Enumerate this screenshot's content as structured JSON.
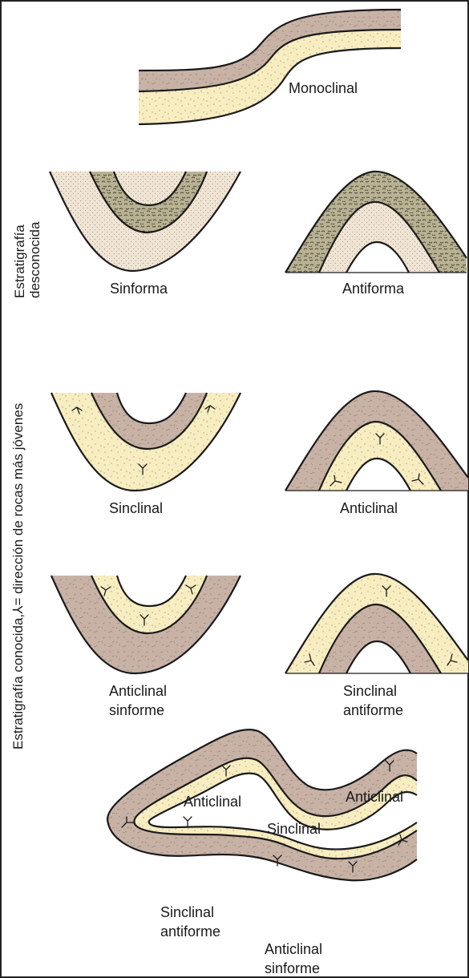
{
  "labels": {
    "monoclinal": "Monoclinal",
    "sinforma": "Sinforma",
    "antiforma": "Antiforma",
    "sinclinal": "Sinclinal",
    "anticlinal": "Anticlinal",
    "anticlinal_sinforme_1": "Anticlinal",
    "anticlinal_sinforme_2": "sinforme",
    "sinclinal_antiforme_1": "Sinclinal",
    "sinclinal_antiforme_2": "antiforme",
    "complex_anticlinal_left": "Anticlinal",
    "complex_anticlinal_right": "Anticlinal",
    "complex_sinclinal": "Sinclinal",
    "complex_sinclinal_antiforme_1": "Sinclinal",
    "complex_sinclinal_antiforme_2": "antiforme",
    "complex_anticlinal_sinforme_1": "Anticlinal",
    "complex_anticlinal_sinforme_2": "sinforme"
  },
  "side_labels": {
    "unknown_1": "Estratigrafía",
    "unknown_2": "desconocida",
    "known": "Estratigrafía conocida,⅄= dirección de rocas más jóvenes"
  },
  "colors": {
    "brown": "#c8b2a6",
    "yellow": "#f7edc0",
    "unknown_dotted": "#f0e4d4",
    "unknown_dark": "#b8b293",
    "line": "#1a1a1a"
  }
}
